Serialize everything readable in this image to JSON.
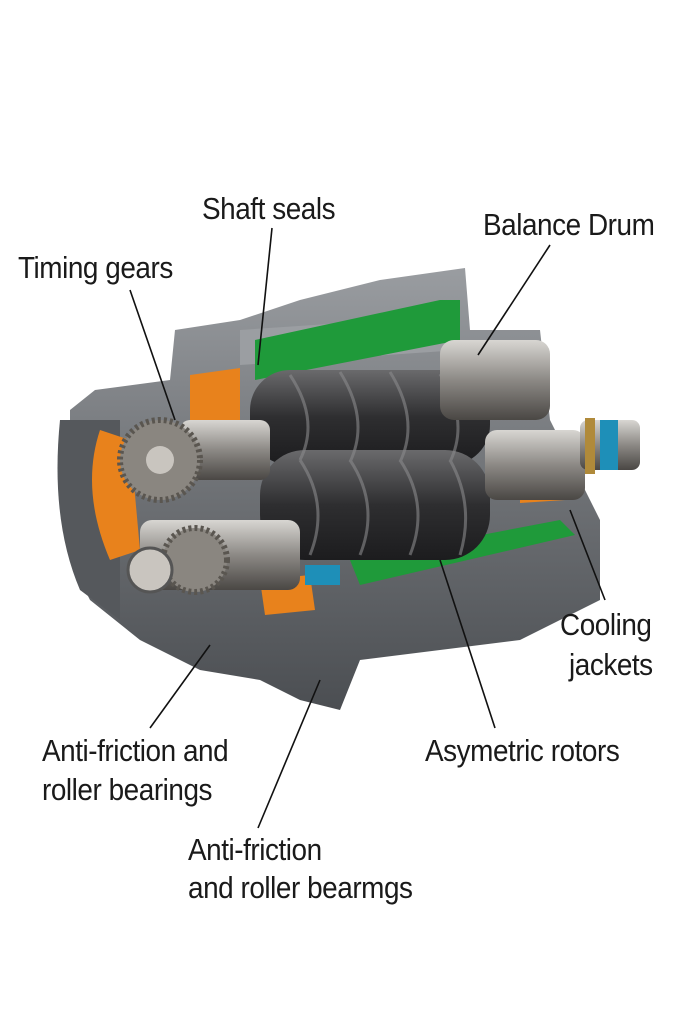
{
  "labels": {
    "shaft_seals": "Shaft seals",
    "balance_drum": "Balance Drum",
    "timing_gears": "Timing gears",
    "cooling_jackets_1": "Cooling",
    "cooling_jackets_2": "jackets",
    "asymetric_rotors": "Asymetric rotors",
    "bearings_left_1": "Anti-friction and",
    "bearings_left_2": "roller bearings",
    "bearings_bottom_1": "Anti-friction",
    "bearings_bottom_2": "and roller bearmgs"
  },
  "colors": {
    "housing": "#6e7175",
    "cooling_jacket": "#1f9a3a",
    "seal_orange": "#e8821c",
    "seal_blue": "#1e8fb8",
    "rotor": "#3a3a3c"
  }
}
